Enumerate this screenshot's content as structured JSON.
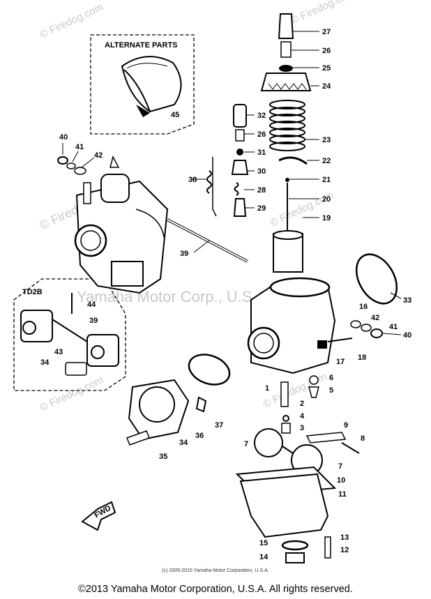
{
  "diagram": {
    "alternate_box_title": "ALTERNATE PARTS",
    "variant_box_title": "TD2B",
    "fwd_label": "FWD",
    "center_watermark": "Yamaha Motor Corp., U.S.A.",
    "watermark_text": "© Firedog.com",
    "small_copyright": "(c) 2005-2015 Yamaha Motor Corporation, U.S.A.",
    "footer_copyright": "©2013 Yamaha Motor Corporation, U.S.A. All rights reserved.",
    "part_numbers": [
      "1",
      "2",
      "3",
      "4",
      "5",
      "6",
      "7",
      "7",
      "8",
      "9",
      "10",
      "11",
      "12",
      "13",
      "14",
      "15",
      "16",
      "17",
      "18",
      "19",
      "20",
      "21",
      "22",
      "23",
      "24",
      "25",
      "26",
      "27",
      "28",
      "29",
      "30",
      "31",
      "26",
      "32",
      "33",
      "34",
      "34",
      "35",
      "36",
      "37",
      "38",
      "39",
      "39",
      "40",
      "40",
      "41",
      "41",
      "42",
      "42",
      "43",
      "44",
      "45"
    ]
  }
}
